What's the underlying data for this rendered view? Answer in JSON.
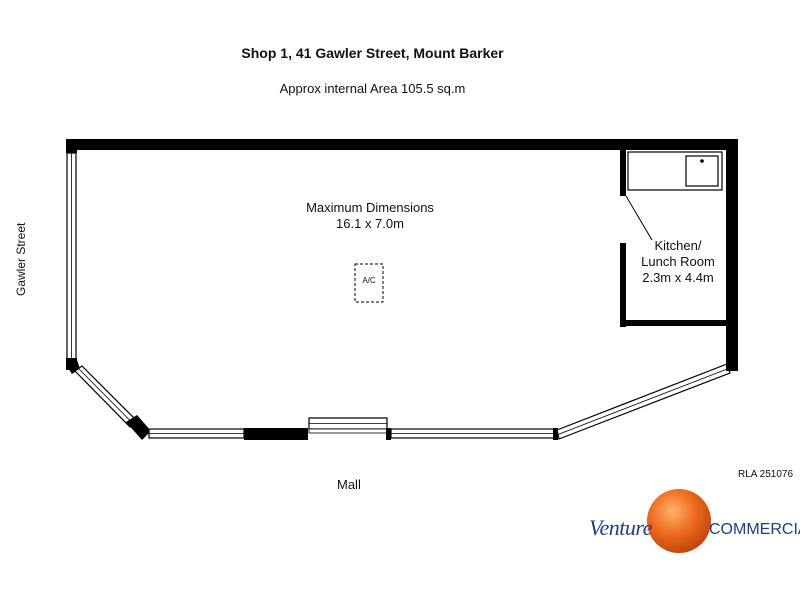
{
  "header": {
    "title": "Shop 1, 41 Gawler Street, Mount Barker",
    "subtitle": "Approx internal Area 105.5 sq.m"
  },
  "plan": {
    "main_room": {
      "name": "Maximum Dimensions",
      "dimensions": "16.1 x 7.0m"
    },
    "ac_unit": {
      "label": "A/C"
    },
    "kitchen": {
      "name_line1": "Kitchen/",
      "name_line2": "Lunch Room",
      "dimensions": "2.3m x 4.4m"
    },
    "street_side": "Gawler Street",
    "mall_side": "Mall"
  },
  "footer": {
    "rla": "RLA 251076",
    "logo": {
      "brand": "Venture",
      "word": "COMMERCIAL",
      "accent_color": "#ee6a1c",
      "brand_color": "#1d3d8f"
    }
  },
  "colors": {
    "wall": "#000000",
    "window": "#ffffff",
    "background": "#ffffff"
  }
}
